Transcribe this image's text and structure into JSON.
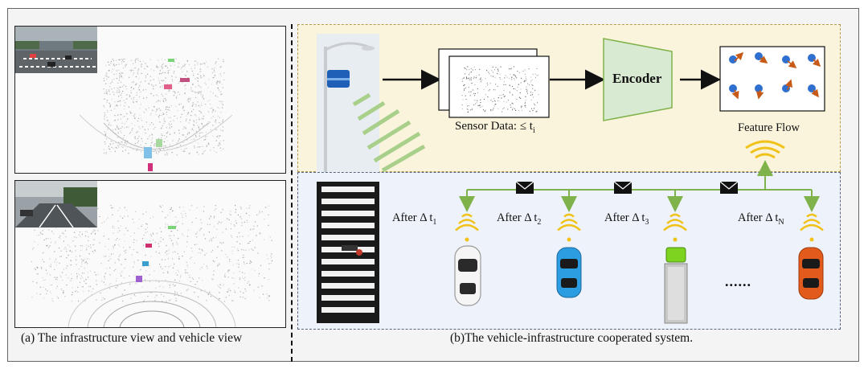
{
  "captions": {
    "left": "(a) The infrastructure view and vehicle view",
    "right": "(b)The vehicle-infrastructure cooperated system."
  },
  "labels": {
    "sensor_data": "Sensor Data: ≤ t",
    "sensor_data_sub": "i",
    "encoder": "Encoder",
    "feature_flow": "Feature Flow",
    "after_prefix": "After Δ t",
    "after_subs": [
      "1",
      "2",
      "3",
      "N"
    ],
    "ellipsis": "......"
  },
  "colors": {
    "top_region_bg": "#fbf4dc",
    "bottom_region_bg": "#eef2fa",
    "encoder_fill": "#d9ead2",
    "line_green": "#7fb24a",
    "wifi_yellow": "#f0c21a",
    "dot_blue": "#2f6fcf",
    "arrow_orange": "#c65a16"
  },
  "icons": [
    "street-lamp-sensor-icon",
    "envelope-icon",
    "wifi-icon",
    "white-car-icon",
    "blue-car-icon",
    "truck-icon",
    "orange-car-icon",
    "crosswalk-icon"
  ]
}
